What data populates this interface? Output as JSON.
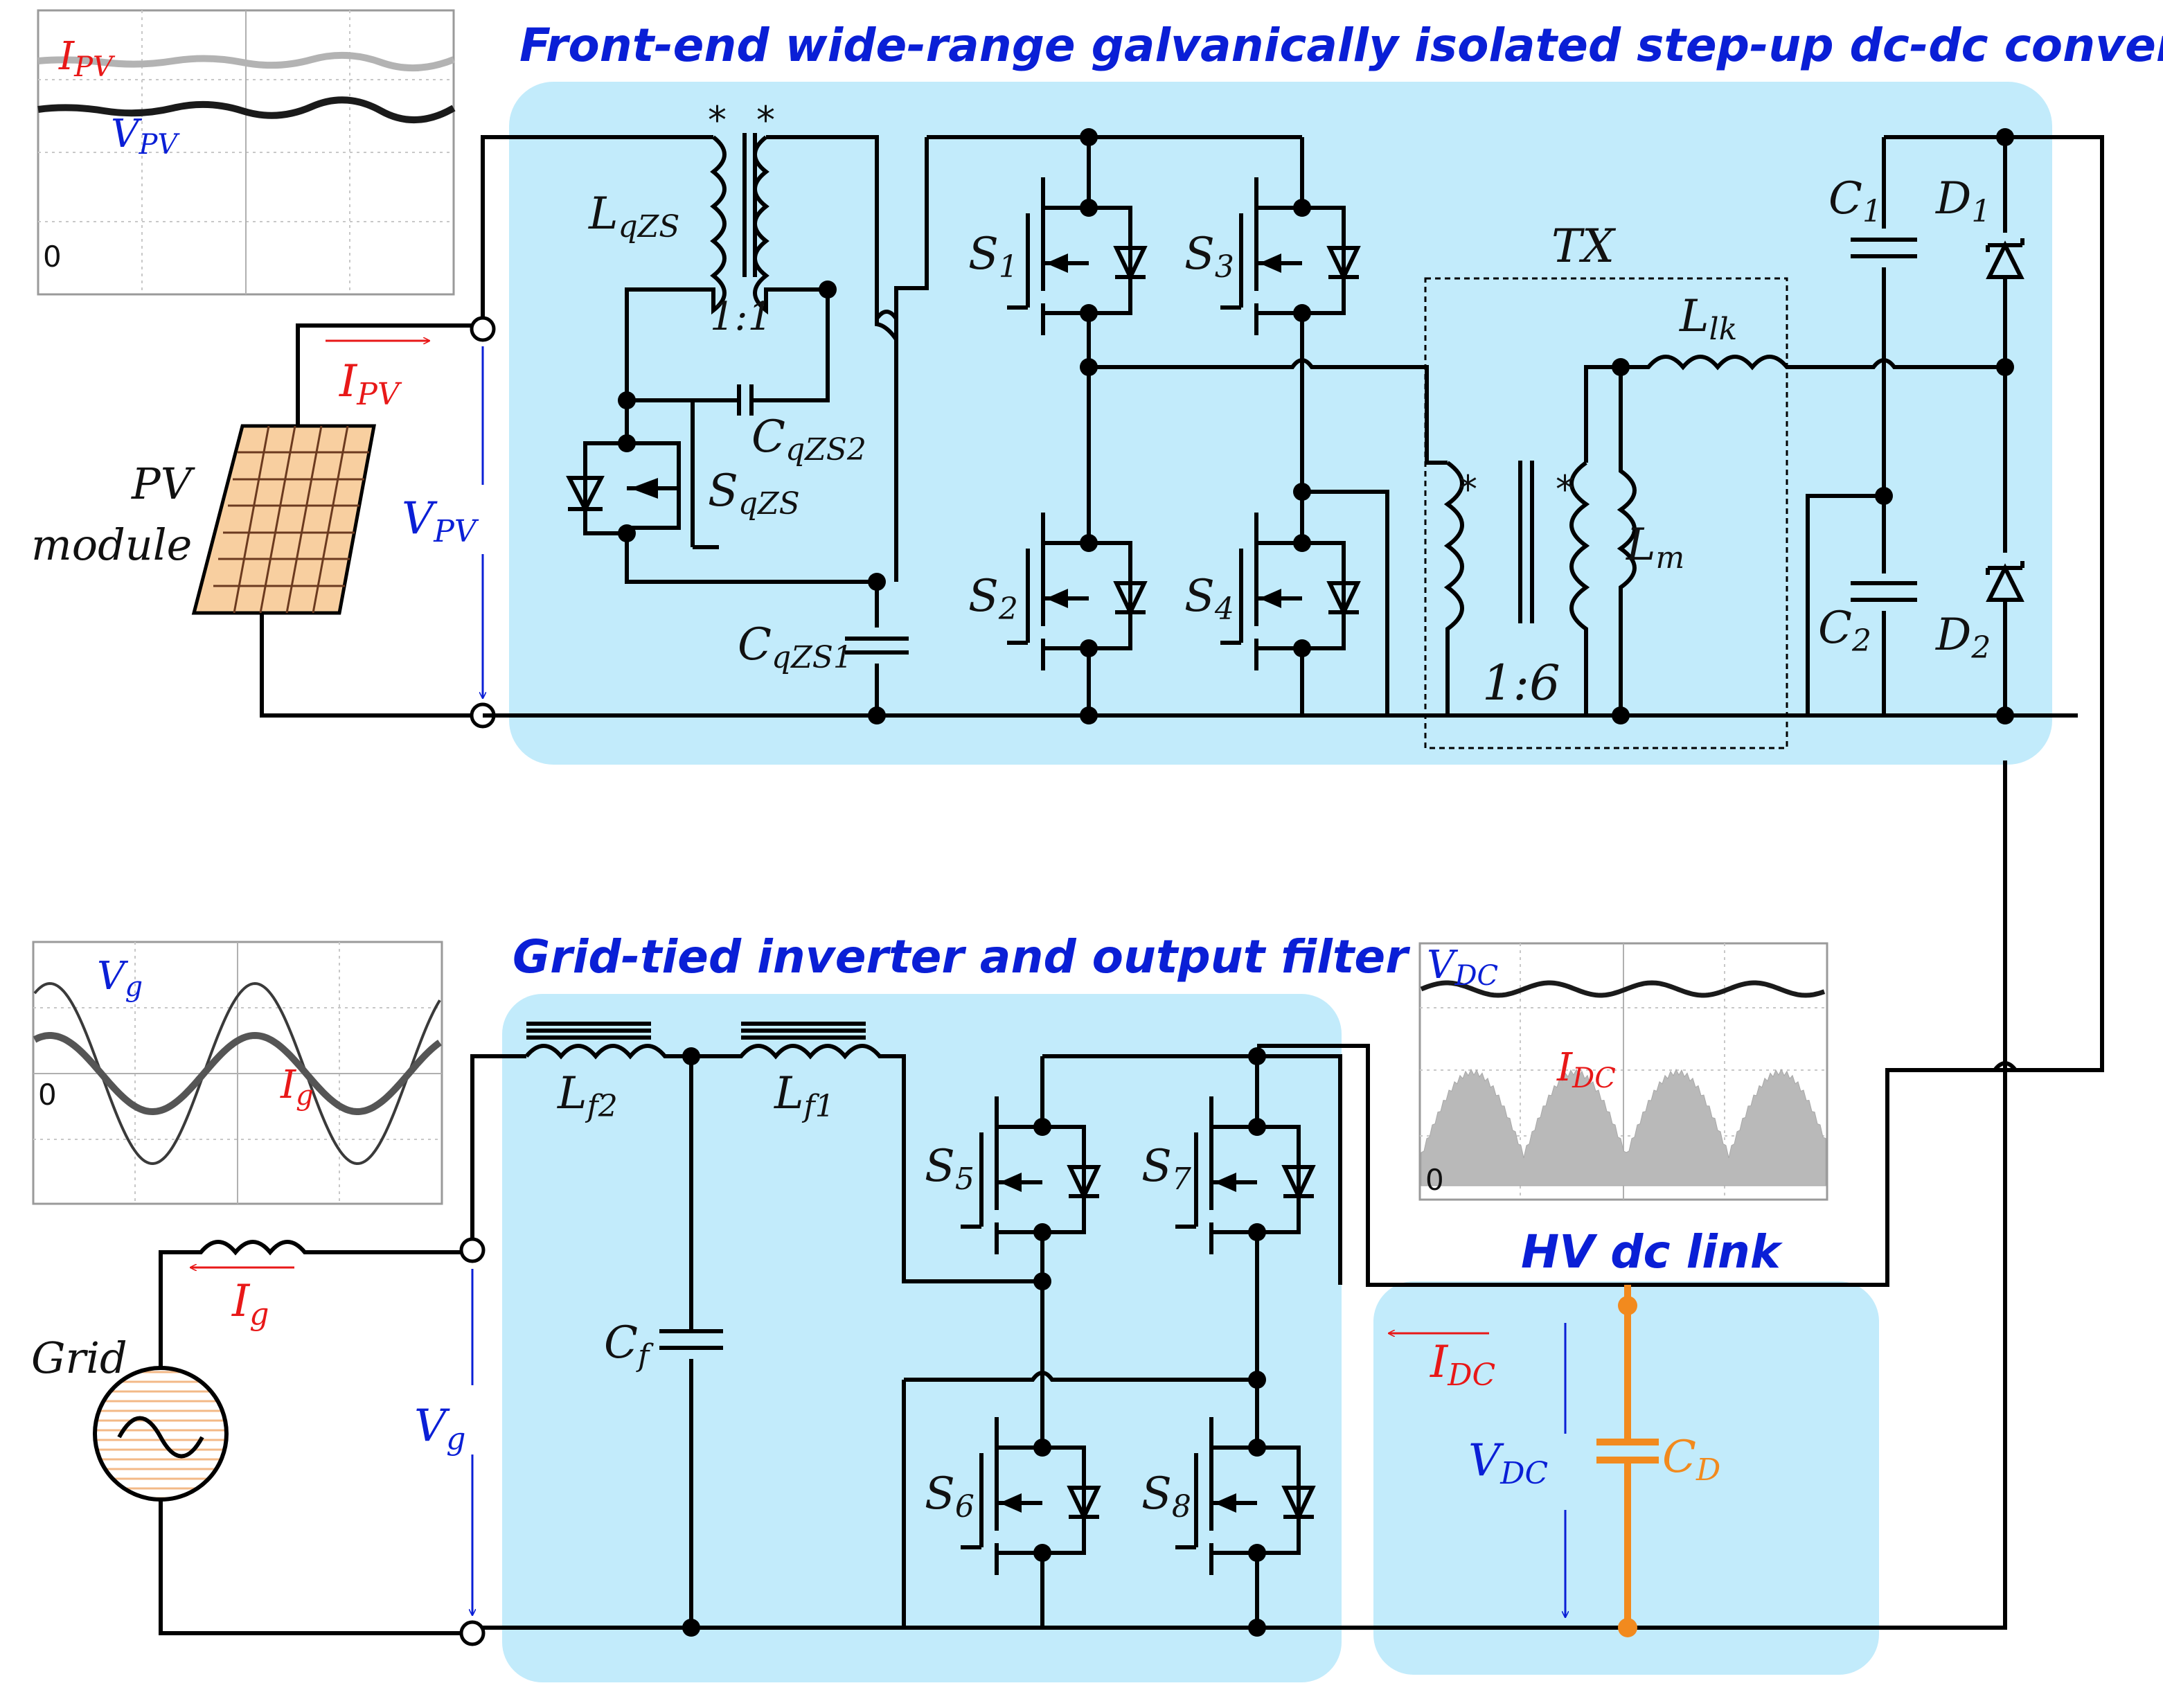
{
  "titles": {
    "front_end": "Front-end wide-range galvanically isolated step-up dc-dc converter",
    "inverter": "Grid-tied inverter and output filter",
    "dc_link": "HV dc link"
  },
  "pv": {
    "module_line1": "PV",
    "module_line2": "module",
    "current": {
      "base": "I",
      "sub": "PV"
    },
    "voltage": {
      "base": "V",
      "sub": "PV"
    }
  },
  "converter": {
    "lqzs": {
      "base": "L",
      "sub": "qZS"
    },
    "ratio_qzs": "1:1",
    "cqzs2": {
      "base": "C",
      "sub": "qZS2"
    },
    "sqzs": {
      "base": "S",
      "sub": "qZS"
    },
    "cqzs1": {
      "base": "C",
      "sub": "qZS1"
    },
    "s1": {
      "base": "S",
      "sub": "1"
    },
    "s2": {
      "base": "S",
      "sub": "2"
    },
    "s3": {
      "base": "S",
      "sub": "3"
    },
    "s4": {
      "base": "S",
      "sub": "4"
    },
    "tx": "TX",
    "llk": {
      "base": "L",
      "sub": "lk"
    },
    "lm": {
      "base": "L",
      "sub": "m"
    },
    "ratio_tx": "1:6",
    "c1": {
      "base": "C",
      "sub": "1"
    },
    "c2": {
      "base": "C",
      "sub": "2"
    },
    "d1": {
      "base": "D",
      "sub": "1"
    },
    "d2": {
      "base": "D",
      "sub": "2"
    },
    "dot_mark": "*"
  },
  "inverter": {
    "lf2": {
      "base": "L",
      "sub": "f2"
    },
    "lf1": {
      "base": "L",
      "sub": "f1"
    },
    "cf": {
      "base": "C",
      "sub": "f"
    },
    "s5": {
      "base": "S",
      "sub": "5"
    },
    "s6": {
      "base": "S",
      "sub": "6"
    },
    "s7": {
      "base": "S",
      "sub": "7"
    },
    "s8": {
      "base": "S",
      "sub": "8"
    }
  },
  "grid": {
    "label": "Grid",
    "current": {
      "base": "I",
      "sub": "g"
    },
    "voltage": {
      "base": "V",
      "sub": "g"
    }
  },
  "dc_link": {
    "current": {
      "base": "I",
      "sub": "DC"
    },
    "voltage": {
      "base": "V",
      "sub": "DC"
    },
    "cap": {
      "base": "C",
      "sub": "D"
    }
  },
  "scopes": {
    "pv": {
      "i_label": {
        "base": "I",
        "sub": "PV"
      },
      "v_label": {
        "base": "V",
        "sub": "PV"
      },
      "zero": "0"
    },
    "grid": {
      "v_label": {
        "base": "V",
        "sub": "g"
      },
      "i_label": {
        "base": "I",
        "sub": "g"
      },
      "zero": "0"
    },
    "dc": {
      "v_label": {
        "base": "V",
        "sub": "DC"
      },
      "i_label": {
        "base": "I",
        "sub": "DC"
      },
      "zero": "0"
    }
  },
  "colors": {
    "region_fill": "#c2ebfb",
    "title_blue": "#0a1fd6",
    "current_red": "#e81818",
    "dc_cap_orange": "#f28a1e",
    "pv_cell": "#f8cfa0"
  }
}
